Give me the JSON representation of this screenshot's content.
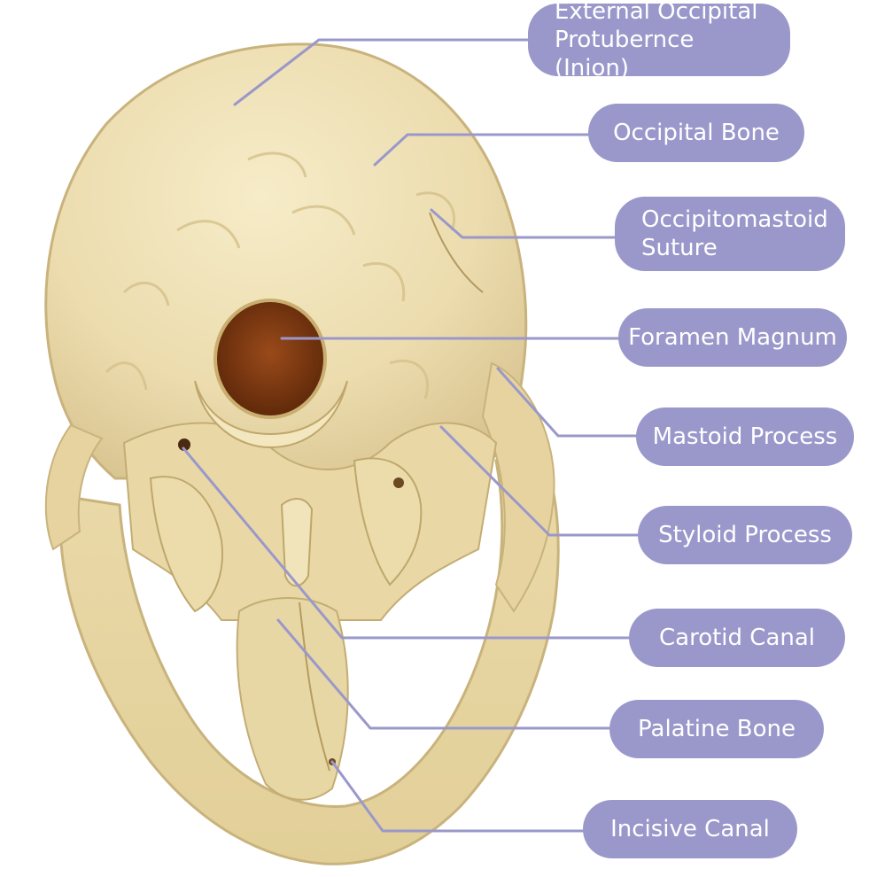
{
  "diagram": {
    "subject": "skull-inferior-view",
    "colors": {
      "label_bg": "#9a98ca",
      "label_text": "#ffffff",
      "leader_line": "#9a98ca",
      "bone": "#ecdcae",
      "bone_shadow": "#c9b37d",
      "cavity": "#7a3a12"
    },
    "labels": [
      {
        "id": "inion",
        "text": "External Occipital\nProtubernce (Inion)"
      },
      {
        "id": "occipital-bone",
        "text": "Occipital Bone"
      },
      {
        "id": "occipitomastoid-suture",
        "text": "Occipitomastoid\nSuture"
      },
      {
        "id": "foramen-magnum",
        "text": "Foramen Magnum"
      },
      {
        "id": "mastoid-process",
        "text": "Mastoid Process"
      },
      {
        "id": "styloid-process",
        "text": "Styloid Process"
      },
      {
        "id": "carotid-canal",
        "text": "Carotid Canal"
      },
      {
        "id": "palatine-bone",
        "text": "Palatine Bone"
      },
      {
        "id": "incisive-canal",
        "text": "Incisive Canal"
      }
    ]
  }
}
